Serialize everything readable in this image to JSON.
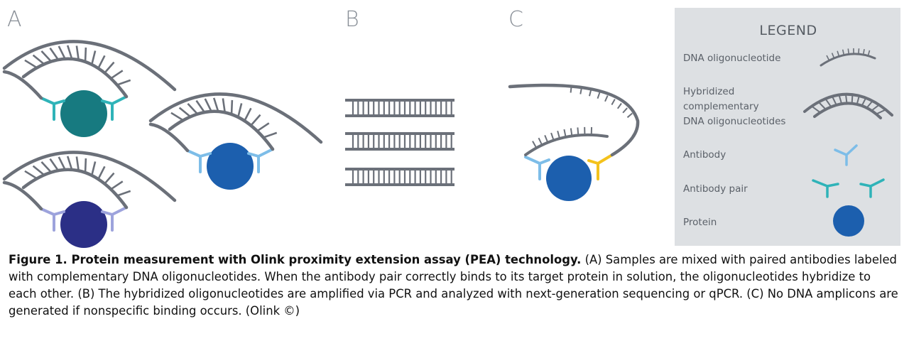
{
  "panels": {
    "a_label": "A",
    "b_label": "B",
    "c_label": "C"
  },
  "legend": {
    "title": "LEGEND",
    "items": [
      {
        "lines": [
          "DNA oligonucleotide"
        ],
        "icon": "dna-oligo-icon"
      },
      {
        "lines": [
          "Hybridized",
          "complementary",
          "DNA oligonucleotides"
        ],
        "icon": "hybridized-dna-icon"
      },
      {
        "lines": [
          "Antibody"
        ],
        "icon": "antibody-icon"
      },
      {
        "lines": [
          "Antibody pair"
        ],
        "icon": "antibody-pair-icon"
      },
      {
        "lines": [
          "Protein"
        ],
        "icon": "protein-icon"
      }
    ]
  },
  "caption": {
    "bold": "Figure 1. Protein measurement with Olink proximity extension assay (PEA) technology.",
    "text": " (A) Samples are mixed with paired antibodies labeled with complementary DNA oligonucleotides. When the antibody pair correctly binds to its target protein in solution, the oligonucleotides hybridize to each other. (B) The hybridized oligonucleotides are amplified via PCR and analyzed with next-generation sequencing or qPCR. (C) No DNA amplicons are generated if nonspecific binding occurs. (Olink ©)"
  },
  "colors": {
    "dna": "#6b7079",
    "protein_teal": "#177a80",
    "protein_blue": "#1c5fae",
    "protein_navy": "#2b2f86",
    "antibody_teal": "#2fb3b8",
    "antibody_light_blue": "#7dbde8",
    "antibody_lavender": "#9da3dc",
    "antibody_yellow": "#f4c21c",
    "legend_bg": "#dde0e3"
  }
}
